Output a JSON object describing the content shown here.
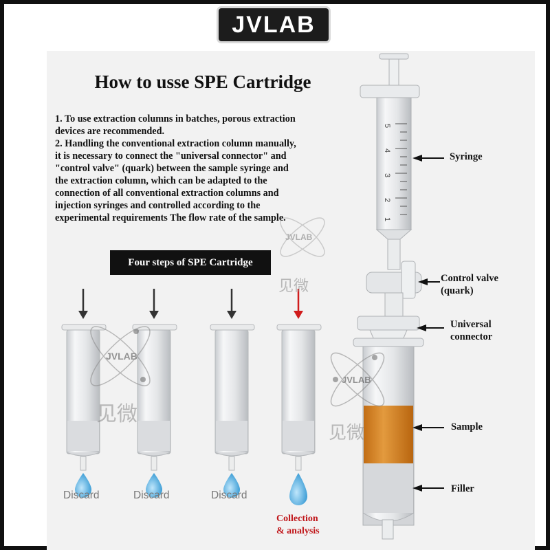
{
  "brand": "JVLAB",
  "title": "How to usse SPE Cartridge",
  "paragraph": [
    "1. To use extraction columns in batches, porous extraction",
    " devices are recommended.",
    "2. Handling the conventional extraction column manually,",
    " it is necessary to connect the \"universal connector\" and",
    " \"control valve\" (quark) between the sample syringe and",
    " the extraction column, which can be adapted to the",
    " connection of all conventional extraction columns and",
    " injection syringes and controlled according to the",
    "experimental requirements The flow rate of the sample."
  ],
  "steps_heading": "Four steps of SPE Cartridge",
  "steps": [
    {
      "caption": "Discard"
    },
    {
      "caption": "Discard"
    },
    {
      "caption": "Discard"
    },
    {
      "caption_lines": [
        "Collection",
        "& analysis"
      ]
    }
  ],
  "parts": {
    "syringe": "Syringe",
    "control_valve": [
      "Control valve",
      "(quark)"
    ],
    "universal_connector": [
      "Universal",
      "connector"
    ],
    "sample": "Sample",
    "filler": "Filler"
  },
  "syringe_scale": [
    "5",
    "4",
    "3",
    "2",
    "1"
  ],
  "watermark": {
    "logo": "JVLAB",
    "chinese": "见微"
  },
  "colors": {
    "sample": "#d8862a",
    "drop": "#4aa8dc",
    "red_arrow": "#d01c1c"
  }
}
